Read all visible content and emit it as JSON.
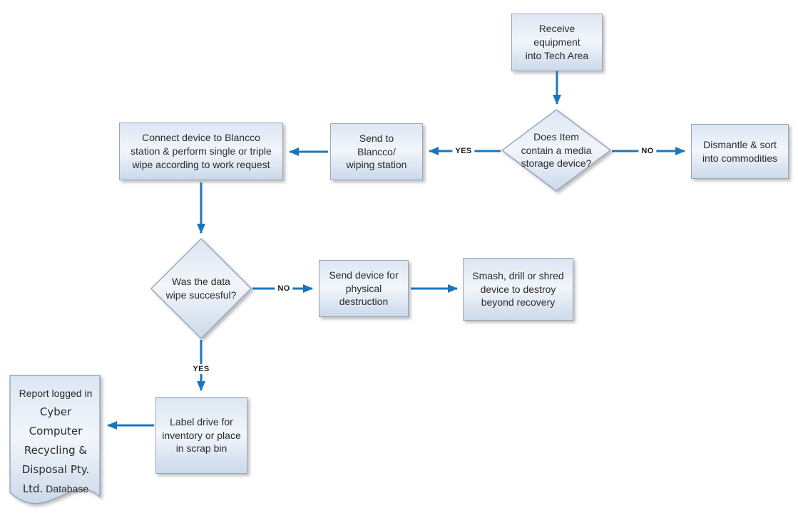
{
  "diagram": {
    "type": "flowchart",
    "nodes": {
      "receive": {
        "shape": "process",
        "text": "Receive\nequipment\ninto Tech Area"
      },
      "decision_media": {
        "shape": "decision",
        "text": "Does Item\ncontain a media\nstorage device?"
      },
      "dismantle": {
        "shape": "process",
        "text": "Dismantle & sort\ninto commodities"
      },
      "send_blancco": {
        "shape": "process",
        "text": "Send to\nBlancco/\nwiping station"
      },
      "connect_blancco": {
        "shape": "process",
        "text": "Connect device to Blancco\nstation & perform single or triple\nwipe according to work request"
      },
      "decision_wipe": {
        "shape": "decision",
        "text": "Was the data\nwipe succesful?"
      },
      "physical_destruction": {
        "shape": "process",
        "text": "Send device for\nphysical\ndestruction"
      },
      "smash": {
        "shape": "process",
        "text": "Smash, drill or shred\ndevice to destroy\nbeyond recovery"
      },
      "label_drive": {
        "shape": "process",
        "text": "Label drive for\ninventory or place\nin scrap bin"
      },
      "report": {
        "shape": "document",
        "prefix": "Report logged in",
        "company": "Cyber Computer Recycling & Disposal Pty. Ltd.",
        "suffix": "Database"
      }
    },
    "edge_labels": {
      "media_no": "NO",
      "media_yes": "YES",
      "wipe_no": "NO",
      "wipe_yes": "YES"
    },
    "colors": {
      "arrow": "#1b75bc",
      "node_fill_top": "#dce6f3",
      "node_fill_mid": "#f2f6fb",
      "node_fill_bottom": "#cbd9eb",
      "node_border": "#9aa7b6",
      "text": "#2b2b2b",
      "edge_label_text": "#1a1a1a"
    }
  }
}
